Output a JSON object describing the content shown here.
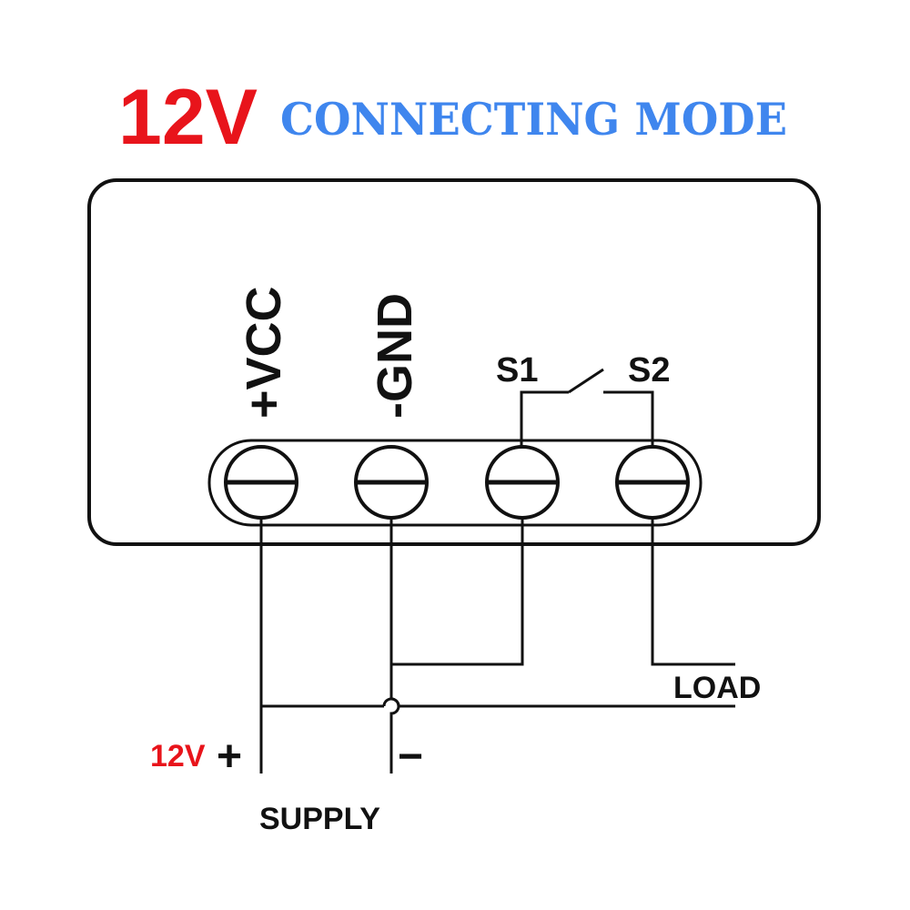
{
  "title": {
    "voltage": "12V",
    "mode": "CONNECTING MODE"
  },
  "terminals": {
    "vcc": "+VCC",
    "gnd": "-GND",
    "s1": "S1",
    "s2": "S2"
  },
  "labels": {
    "load": "LOAD",
    "supply_voltage": "12V",
    "supply_plus": "+",
    "supply_minus": "−",
    "supply": "SUPPLY"
  },
  "colors": {
    "voltage_red": "#e8141b",
    "title_blue": "#3f86ee",
    "line_black": "#111111"
  }
}
